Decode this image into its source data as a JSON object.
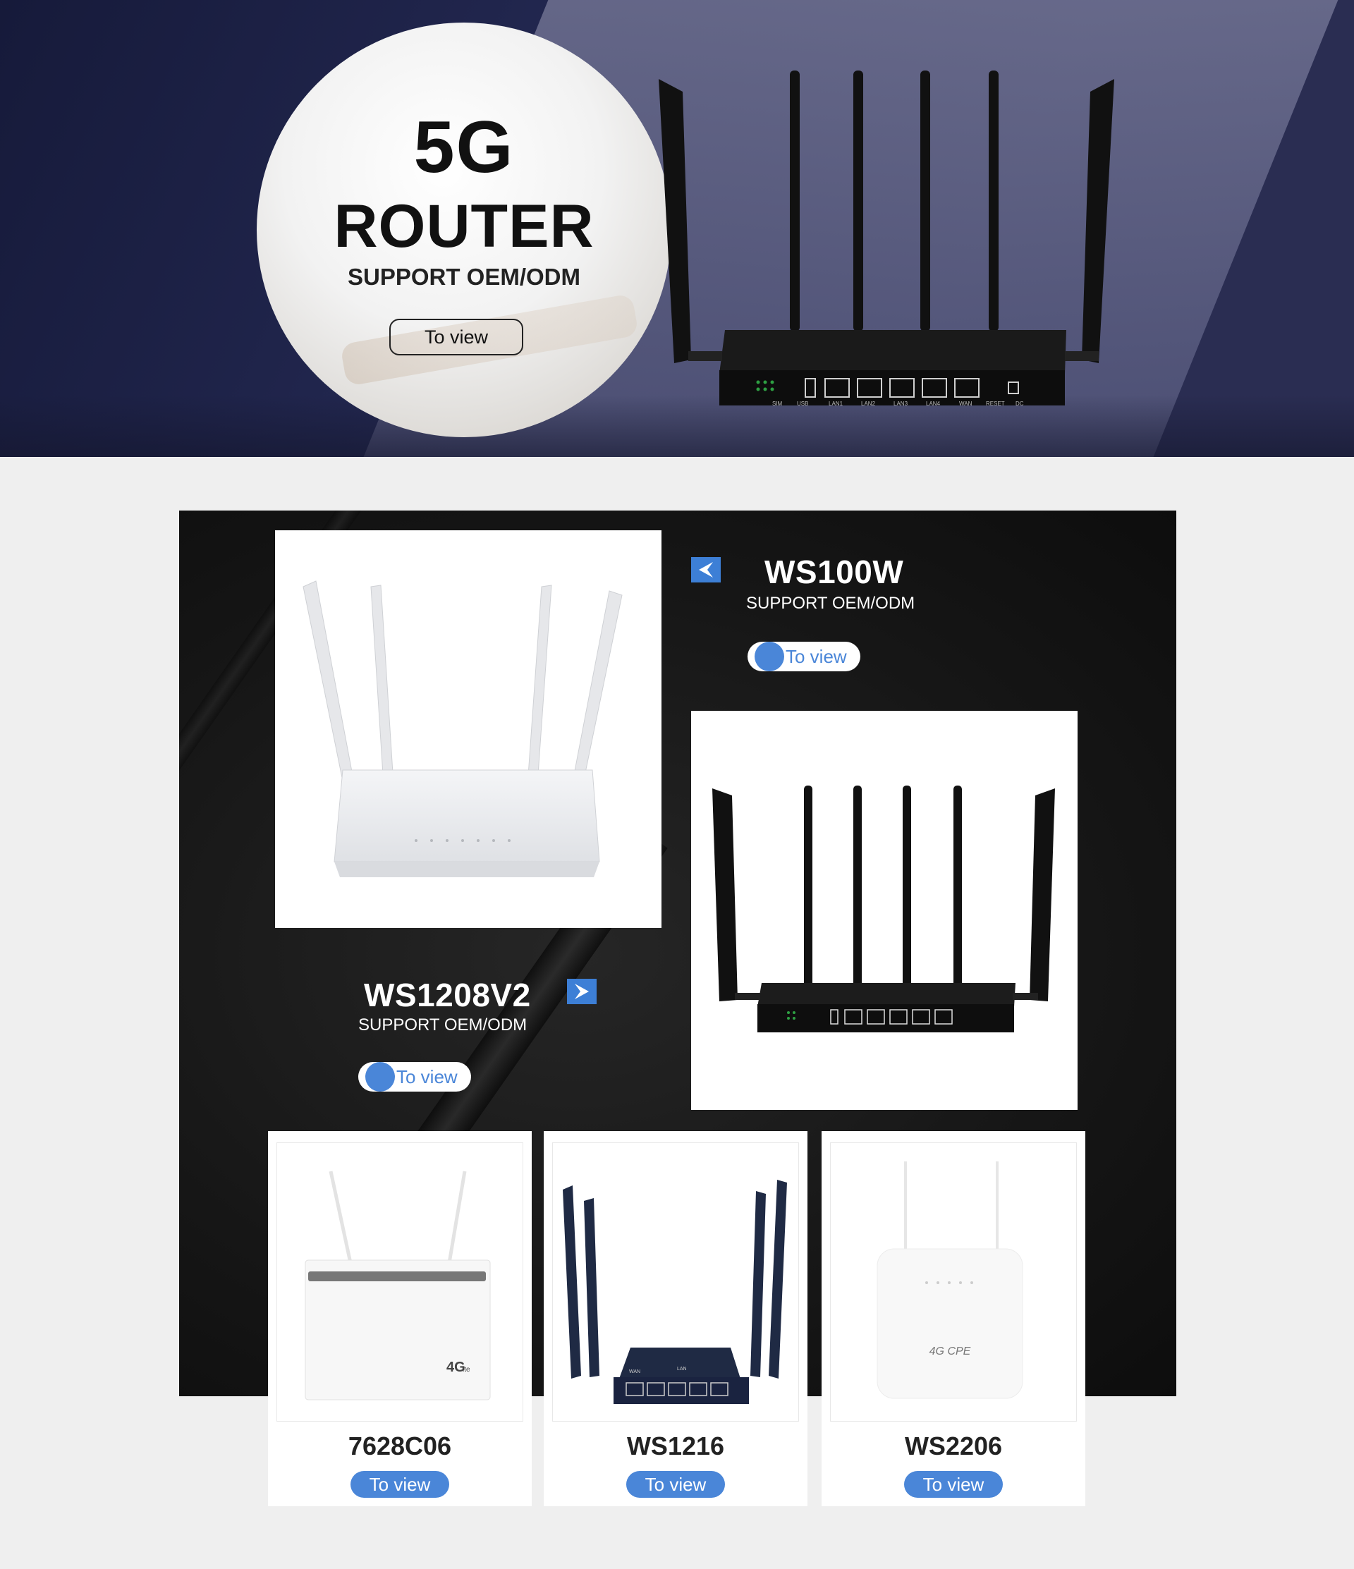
{
  "hero": {
    "line1": "5G",
    "line2": "ROUTER",
    "subtitle": "SUPPORT OEM/ODM",
    "button": "To view"
  },
  "featured": [
    {
      "name": "WS100W",
      "subtitle": "SUPPORT OEM/ODM",
      "button": "To view",
      "arrow": "chevron-left-icon"
    },
    {
      "name": "WS1208V2",
      "subtitle": "SUPPORT OEM/ODM",
      "button": "To view",
      "arrow": "chevron-right-icon"
    }
  ],
  "products": [
    {
      "name": "7628C06",
      "button": "To view"
    },
    {
      "name": "WS1216",
      "button": "To view"
    },
    {
      "name": "WS2206",
      "button": "To view"
    }
  ],
  "device_labels": {
    "ports": [
      "SIM",
      "USB",
      "LAN1",
      "LAN2",
      "LAN3",
      "LAN4",
      "WAN",
      "RESET",
      "DC"
    ],
    "lte_badge": "4G",
    "lte_sub": "lte",
    "cpe": "4G CPE",
    "wan": "WAN",
    "lan": "LAN"
  },
  "colors": {
    "accent": "#4a86d8",
    "hero_bg": "#232851",
    "panel_bg": "#161616"
  }
}
